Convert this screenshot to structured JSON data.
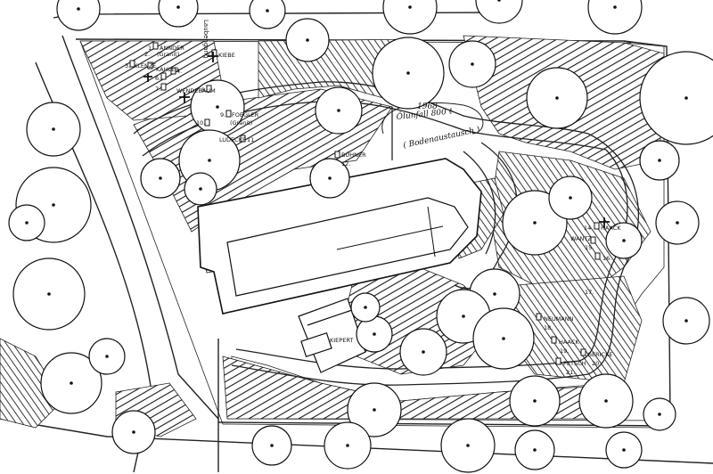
{
  "map": {
    "annotation": {
      "year": "1968",
      "spill": "Ölunfall 800 ℓ",
      "remediation": "( Bodenaustausch )"
    },
    "vertical_label": "Laubengang",
    "graves": [
      {
        "name": "ANNDER",
        "note": "",
        "number": "1."
      },
      {
        "name": "(Granit)",
        "note": "",
        "number": "2."
      },
      {
        "name": "KLENZE",
        "note": "",
        "number": "3."
      },
      {
        "name": "KAHLER",
        "note": "",
        "number": "4."
      },
      {
        "name": "KIEBE",
        "note": "",
        "number": "5."
      },
      {
        "name": "",
        "note": "",
        "number": "6."
      },
      {
        "name": "",
        "note": "",
        "number": "7."
      },
      {
        "name": "WENDEBAUM",
        "note": "",
        "number": "8."
      },
      {
        "name": "FOEGLER",
        "note": "(Granit)",
        "number": "9."
      },
      {
        "name": "",
        "note": "",
        "number": "10."
      },
      {
        "name": "LUDECKE",
        "note": "",
        "number": "11."
      },
      {
        "name": "BÜHNER",
        "note": "",
        "number": "12."
      },
      {
        "name": "HAACK",
        "note": "",
        "number": "14."
      },
      {
        "name": "WANTZ",
        "note": "",
        "number": "15."
      },
      {
        "name": "",
        "note": "",
        "number": "16."
      },
      {
        "name": "",
        "note": "",
        "number": "17."
      },
      {
        "name": "NEUMANN",
        "note": "",
        "number": "18."
      },
      {
        "name": "HAACK",
        "note": "",
        "number": "19."
      },
      {
        "name": "GERICKE",
        "note": "",
        "number": "20."
      },
      {
        "name": "PETSCH",
        "note": "",
        "number": "21."
      },
      {
        "name": "KIEPERT",
        "note": "",
        "number": ""
      }
    ]
  }
}
